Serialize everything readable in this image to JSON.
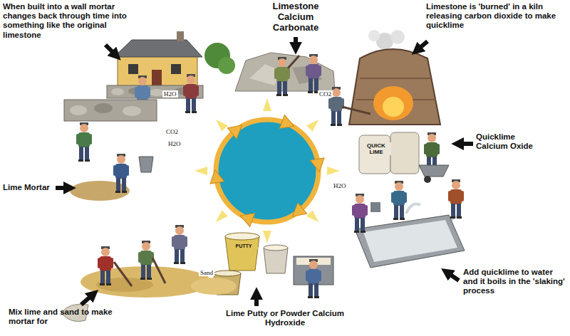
{
  "diagram": {
    "labels": [
      "When built into a wall mortar changes back through time into something like the original limestone",
      "Limestone Calcium Carbonate",
      "Limestone is 'burned' in a kiln releasing carbon dioxide to make quicklime",
      "Quicklime Calcium Oxide",
      "Lime Mortar",
      "Add quicklime to water and it boils in the 'slaking' process",
      "Mix lime and sand to make mortar for",
      "Lime Putty or Powder Calcium Hydroxide",
      "H2O",
      "CO2",
      "CO2",
      "H2O",
      "QUICK LIME",
      "H2O",
      "Sand",
      "PUTTY"
    ]
  }
}
